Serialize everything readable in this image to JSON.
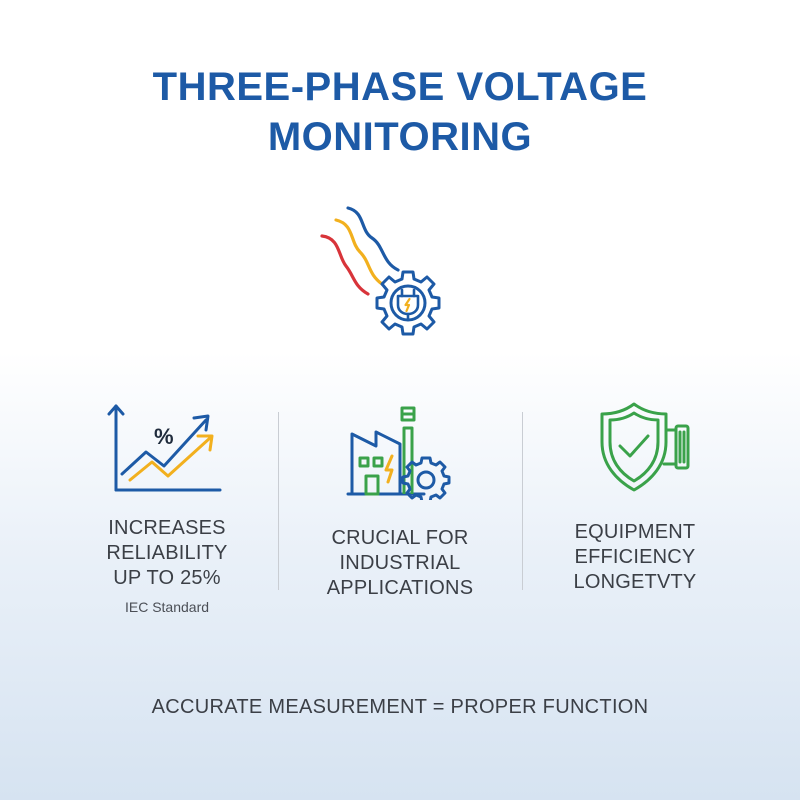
{
  "title": {
    "line1": "THREE-PHASE VOLTAGE",
    "line2": "MONITORING"
  },
  "hero": {
    "icon": "three-phase-waves-gear-plug-icon",
    "colors": {
      "blue": "#1d5aa6",
      "yellow": "#f2b01e",
      "red": "#d8343a"
    }
  },
  "features": [
    {
      "icon": "growth-chart-percent-icon",
      "lines": [
        "INCREASES",
        "RELIABILITY",
        "UP TO 25%"
      ],
      "sub": "IEC Standard",
      "icon_text": "%"
    },
    {
      "icon": "factory-gear-icon",
      "lines": [
        "CRUCIAL FOR",
        "INDUSTRIAL",
        "APPLICATIONS"
      ]
    },
    {
      "icon": "shield-check-icon",
      "lines": [
        "EQUIPMENT",
        "EFFICIENCY",
        "LONGETVTY"
      ]
    }
  ],
  "footer": "ACCURATE MEASUREMENT = PROPER FUNCTION",
  "colors": {
    "title": "#1d5aa6",
    "text": "#3b3f46",
    "green": "#3aa24a",
    "accent_yellow": "#f2b01e"
  }
}
